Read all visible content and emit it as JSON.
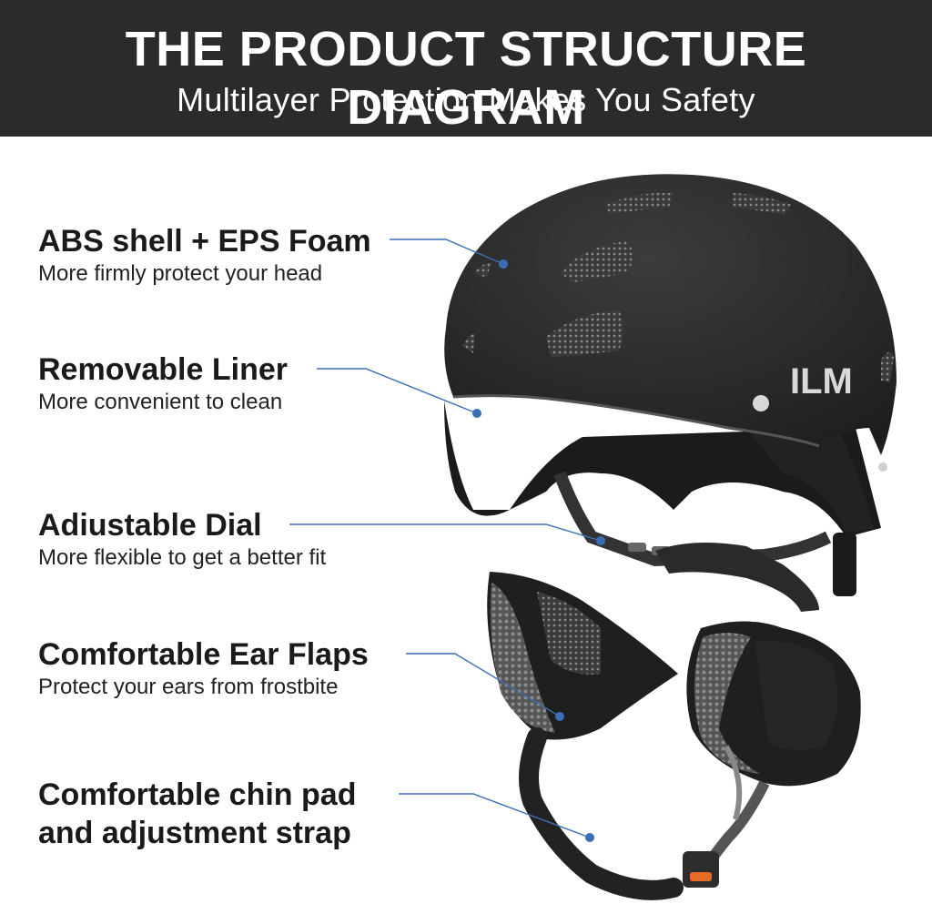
{
  "header": {
    "title": "THE PRODUCT STRUCTURE DIAGRAM",
    "subtitle": "Multilayer Protection Makes You Safety"
  },
  "brand": {
    "logo_text": "ILM"
  },
  "callouts": [
    {
      "title": "ABS shell + EPS Foam",
      "desc": "More firmly protect your head"
    },
    {
      "title": "Removable Liner",
      "desc": "More convenient to clean"
    },
    {
      "title": "Adiustable Dial",
      "desc": "More flexible to get a better fit"
    },
    {
      "title": "Comfortable Ear Flaps",
      "desc": "Protect your ears from frostbite"
    },
    {
      "title": "Comfortable chin pad",
      "title2": "and adjustment strap",
      "desc": ""
    }
  ],
  "colors": {
    "header_bg": "#2b2b2b",
    "leader_line": "#3a6fb5",
    "helmet_shell": "#2a2a2a",
    "liner": "#1c1c1c",
    "mesh": "#777777",
    "buckle_accent": "#e86a2a"
  }
}
